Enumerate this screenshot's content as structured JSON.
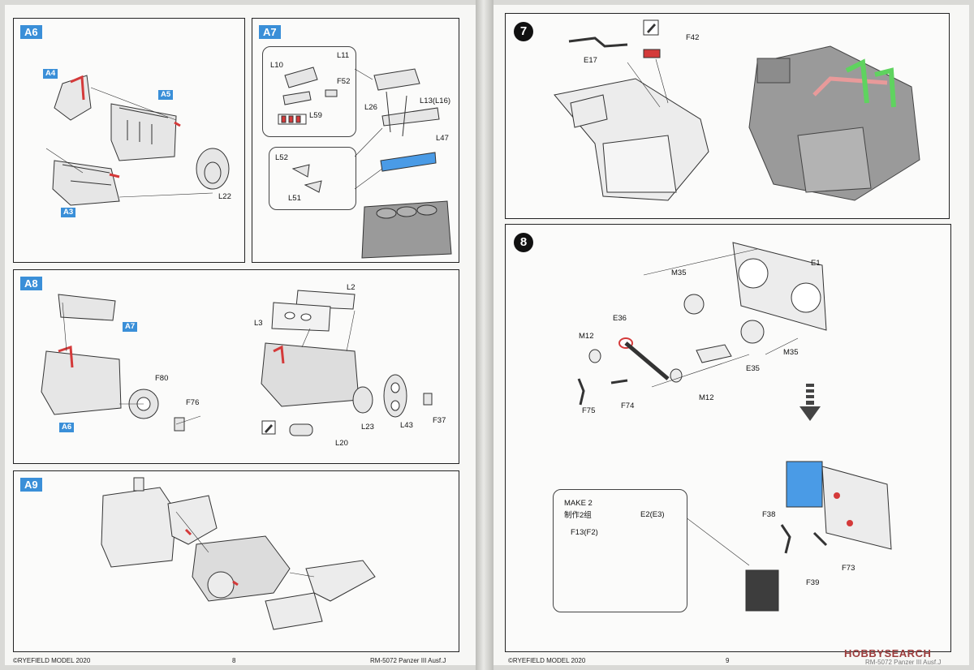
{
  "pages": {
    "left": {
      "footer_brand": "©RYEFIELD MODEL 2020",
      "page_number": "8",
      "footer_model": "RM-5072 Panzer III Ausf.J"
    },
    "right": {
      "footer_brand": "©RYEFIELD MODEL 2020",
      "page_number": "9",
      "footer_model": "RM-5072 Panzer III Ausf.J"
    }
  },
  "panels": {
    "a6": {
      "tag": "A6",
      "parts": [
        "A4",
        "A5",
        "A3",
        "L22"
      ]
    },
    "a7": {
      "tag": "A7",
      "parts": [
        "L11",
        "L10",
        "F52",
        "L59",
        "L26",
        "L13(L16)",
        "L47",
        "L52",
        "L51"
      ]
    },
    "a8": {
      "tag": "A8",
      "parts": [
        "A7",
        "A6",
        "F80",
        "F76",
        "L2",
        "L3",
        "L23",
        "L43",
        "F37",
        "L20"
      ]
    },
    "a9": {
      "tag": "A9"
    },
    "step7": {
      "step": "7",
      "parts": [
        "E17",
        "F42"
      ]
    },
    "step8": {
      "step": "8",
      "parts": [
        "E1",
        "M35",
        "E36",
        "M12",
        "M35",
        "E35",
        "M12",
        "F75",
        "F74",
        "F38",
        "F73",
        "F39"
      ],
      "make_box": {
        "line1": "MAKE 2",
        "line2": "制作2组",
        "part_a": "F13(F2)",
        "part_b": "E2(E3)"
      }
    }
  },
  "watermark": "HOBBYSEARCH",
  "colors": {
    "tag_blue": "#3a8fd8",
    "highlight_red": "#d43a3a",
    "part_blue": "#4a9be6",
    "glue_green": "#5fd35f",
    "pipe_pink": "#e89a9a"
  },
  "icons": {
    "paint": "pencil-icon",
    "arrow": "down-arrow-icon"
  }
}
